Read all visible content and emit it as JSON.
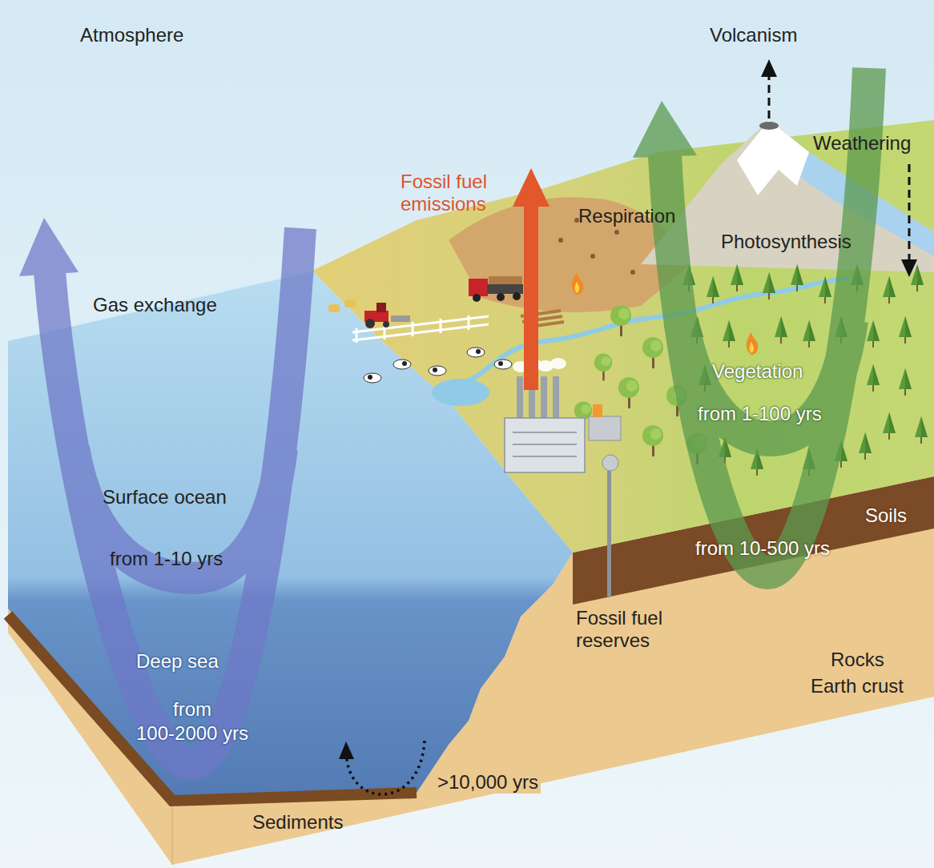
{
  "diagram": {
    "labels": [
      "Atmosphere",
      "Volcanism",
      "Weathering",
      "Fossil fuel emissions",
      "Respiration",
      "Photosynthesis",
      "Gas exchange",
      "Vegetation",
      "from 1-100 yrs",
      "Surface ocean",
      "from 1-10 yrs",
      "Soils",
      "from 10-500 yrs",
      "Fossil fuel reserves",
      "Rocks",
      "Earth crust",
      "Deep sea",
      "from",
      "100-2000 yrs",
      ">10,000 yrs",
      "Sediments"
    ]
  }
}
